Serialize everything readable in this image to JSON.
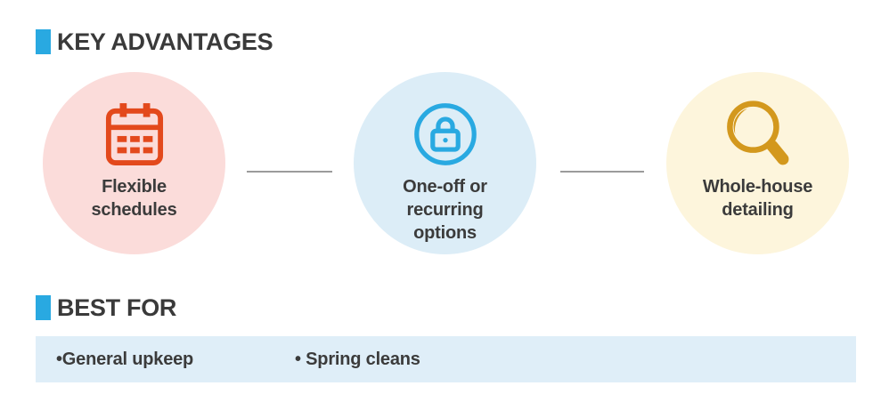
{
  "advantages": {
    "heading": "KEY ADVANTAGES",
    "items": [
      {
        "icon": "calendar-icon",
        "label": "Flexible\nschedules",
        "circle_color": "#fbdcda",
        "icon_color": "#e3491c"
      },
      {
        "icon": "lock-icon",
        "label": "One-off or\nrecurring\noptions",
        "circle_color": "#dcedf7",
        "icon_color": "#29a9e1"
      },
      {
        "icon": "magnifier-icon",
        "label": "Whole-house\ndetailing",
        "circle_color": "#fdf5dc",
        "icon_color": "#d3981d"
      }
    ]
  },
  "best_for": {
    "heading": "BEST FOR",
    "bar_color": "#dfeef8",
    "items": [
      {
        "label": "•General upkeep"
      },
      {
        "label": "• Spring cleans"
      }
    ]
  },
  "colors": {
    "accent": "#29a9e1",
    "heading_text": "#3a3a3a",
    "body_text": "#3b3b3b",
    "connector": "#9b9b9b"
  }
}
